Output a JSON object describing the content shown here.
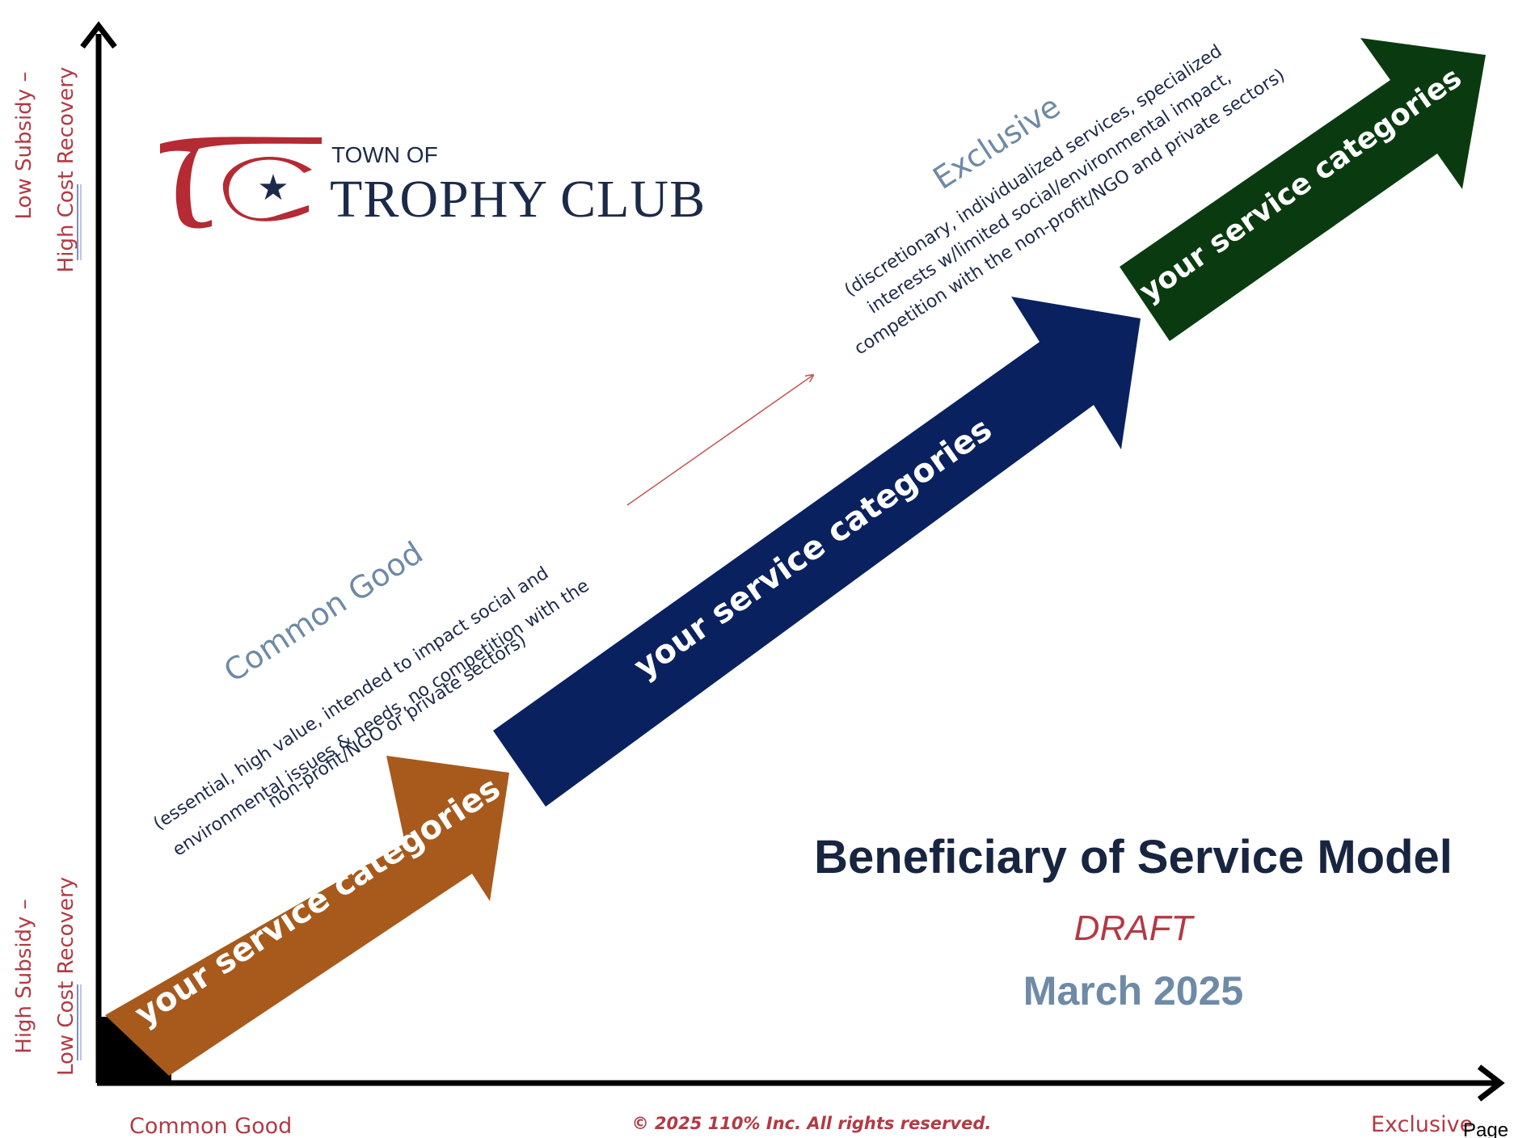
{
  "logo": {
    "small_text": "TOWN OF",
    "big_text": "TROPHY CLUB"
  },
  "y_axis": {
    "top": {
      "line1": "Low Subsidy –",
      "line2": "High Cost Recovery"
    },
    "bottom": {
      "line1": "High Subsidy –",
      "line2": "Low Cost Recovery"
    }
  },
  "x_axis": {
    "left_label": "Common Good",
    "right_label": "Exclusive"
  },
  "common_good": {
    "title": "Common Good",
    "desc_lines": [
      "(essential, high value, intended to impact social and",
      "environmental issues & needs, no competition with the",
      "non-profit/NGO or private sectors)"
    ]
  },
  "exclusive": {
    "title": "Exclusive",
    "desc_lines": [
      "(discretionary, individualized services, specialized",
      "interests w/limited social/environmental impact,",
      "competition with the non-profit/NGO and private sectors)"
    ]
  },
  "arrows": [
    {
      "label": "your service categories",
      "color": "#a75a1c"
    },
    {
      "label": "your service categories",
      "color": "#0a2160"
    },
    {
      "label": "your service categories",
      "color": "#0a3b10"
    }
  ],
  "title": {
    "main": "Beneficiary of Service Model",
    "draft": "DRAFT",
    "date": "March 2025"
  },
  "footer": {
    "copyright": "© 2025 110% Inc.  All rights reserved.",
    "page": "Page"
  },
  "colors": {
    "accent_red": "#b23a44",
    "navy_text": "#172541",
    "slate_blue": "#6e8aa6"
  }
}
